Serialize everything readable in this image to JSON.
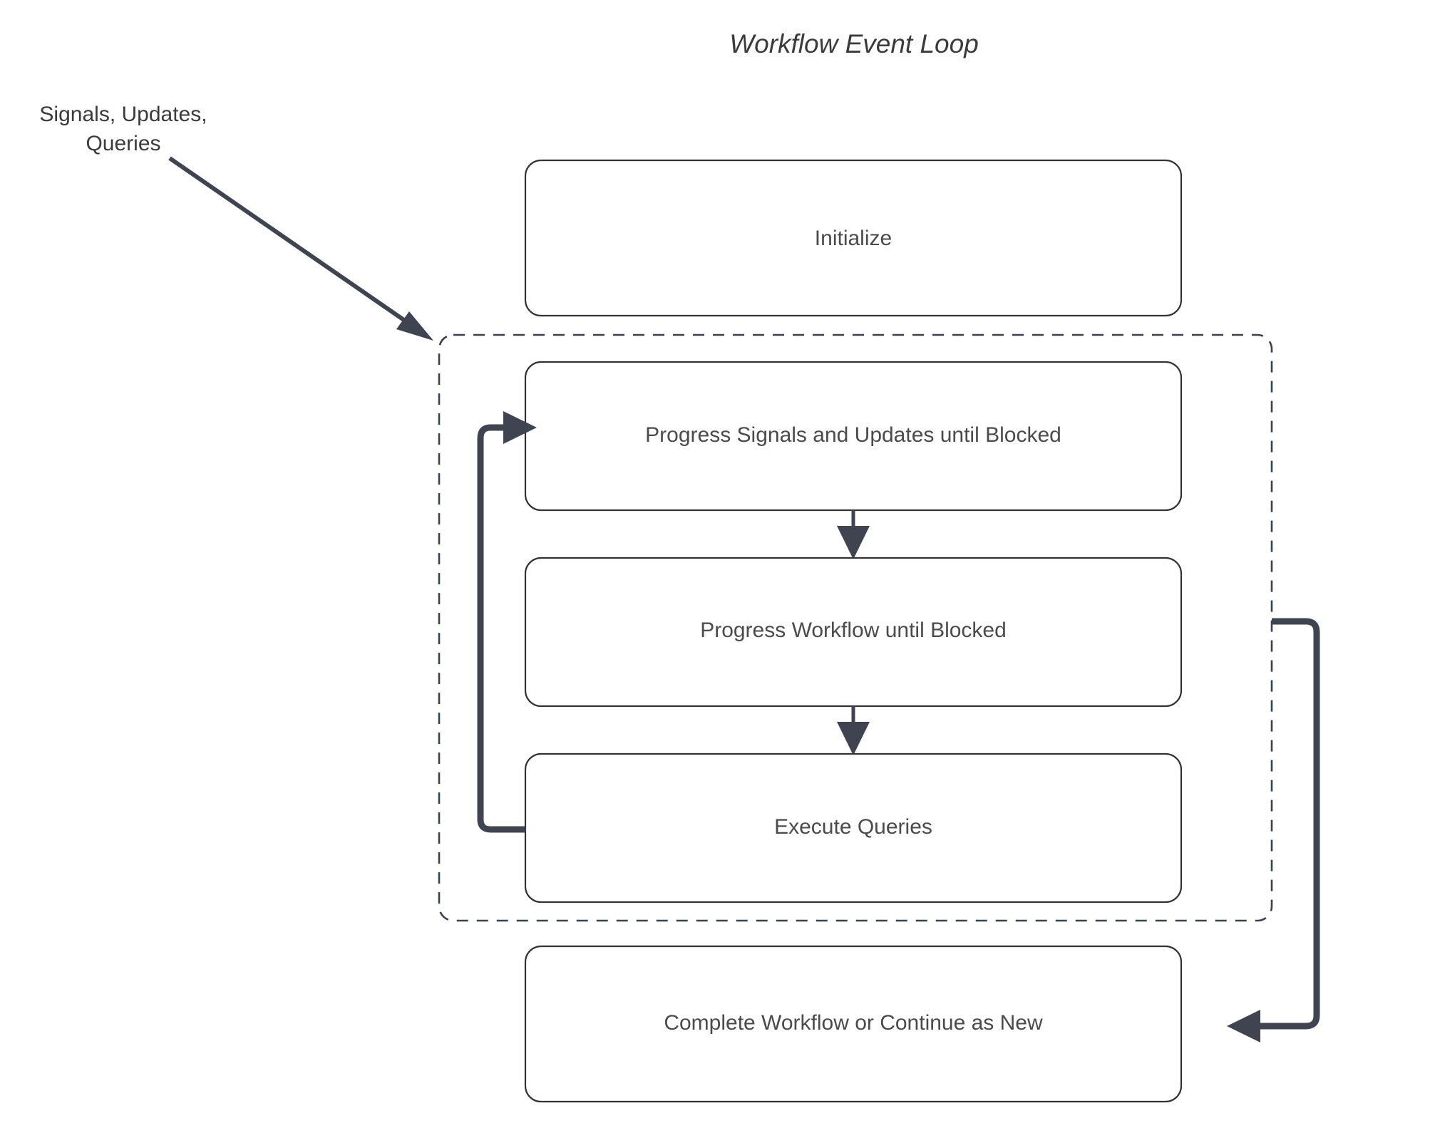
{
  "diagram": {
    "title": "Workflow Event Loop",
    "background_color": "#ffffff",
    "node_stroke_color": "#333333",
    "group_stroke_color": "#3c4150",
    "arrow_color": "#3f4450",
    "text_color": "#4b4b4b"
  },
  "nodes": {
    "initialize": {
      "label": "Initialize"
    },
    "progress_signals": {
      "label": "Progress Signals and Updates until Blocked"
    },
    "progress_workflow": {
      "label": "Progress Workflow until Blocked"
    },
    "execute_queries": {
      "label": "Execute Queries"
    },
    "complete_workflow": {
      "label": "Complete Workflow or Continue as New"
    }
  },
  "edges": {
    "external_input": {
      "label_line1": "Signals, Updates,",
      "label_line2": "Queries"
    }
  },
  "loop_group": {
    "name": "event-loop-group"
  }
}
